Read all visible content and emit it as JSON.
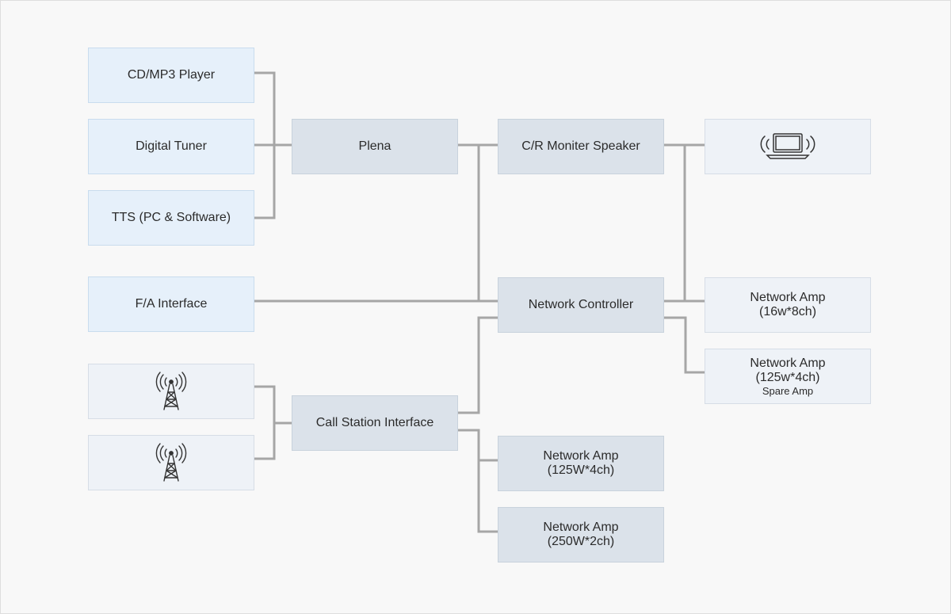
{
  "sources": {
    "cd_mp3": "CD/MP3 Player",
    "tuner": "Digital Tuner",
    "tts": "TTS (PC & Software)",
    "fa": "F/A Interface"
  },
  "core": {
    "plena": "Plena",
    "call_station": "Call Station Interface",
    "cr_speaker": "C/R Moniter Speaker",
    "network_controller": "Network Controller"
  },
  "amps": {
    "amp_125_4": {
      "title": "Network Amp",
      "spec": "(125W*4ch)"
    },
    "amp_250_2": {
      "title": "Network Amp",
      "spec": "(250W*2ch)"
    },
    "amp_16_8": {
      "title": "Network Amp",
      "spec": "(16w*8ch)"
    },
    "amp_spare": {
      "title": "Network Amp",
      "spec": "(125w*4ch)",
      "note": "Spare Amp"
    }
  },
  "icons": {
    "laptop": "laptop-wireless-icon",
    "tower": "radio-tower-icon"
  },
  "colors": {
    "source_fill": "#e6f0fa",
    "node_fill": "#dbe2ea",
    "icon_fill": "#eef2f7",
    "connector": "#a6a6a6"
  }
}
